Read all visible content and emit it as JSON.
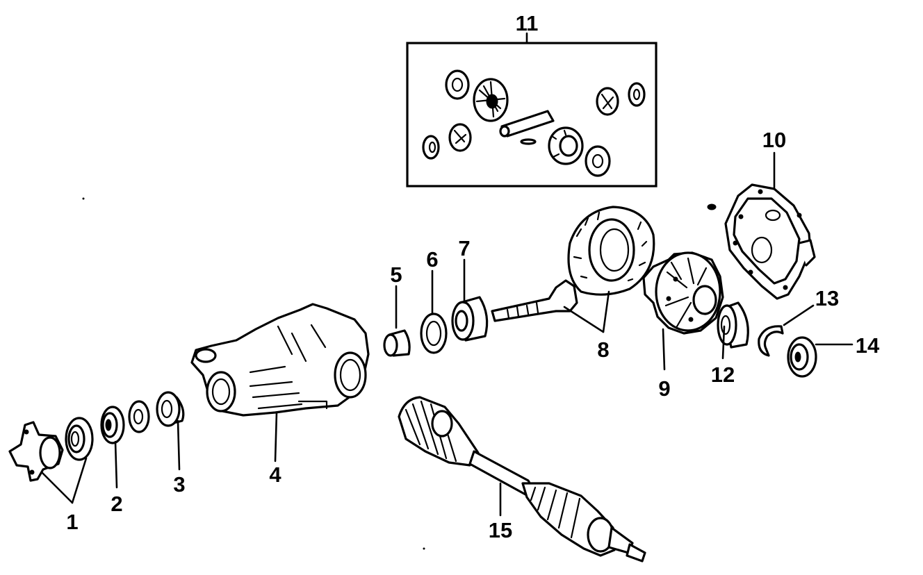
{
  "diagram": {
    "callouts": [
      {
        "id": "1",
        "label": "1"
      },
      {
        "id": "2",
        "label": "2"
      },
      {
        "id": "3",
        "label": "3"
      },
      {
        "id": "4",
        "label": "4"
      },
      {
        "id": "5",
        "label": "5"
      },
      {
        "id": "6",
        "label": "6"
      },
      {
        "id": "7",
        "label": "7"
      },
      {
        "id": "8",
        "label": "8"
      },
      {
        "id": "9",
        "label": "9"
      },
      {
        "id": "10",
        "label": "10"
      },
      {
        "id": "11",
        "label": "11"
      },
      {
        "id": "12",
        "label": "12"
      },
      {
        "id": "13",
        "label": "13"
      },
      {
        "id": "14",
        "label": "14"
      },
      {
        "id": "15",
        "label": "15"
      }
    ],
    "colors": {
      "line": "#000000",
      "background": "#ffffff"
    }
  }
}
